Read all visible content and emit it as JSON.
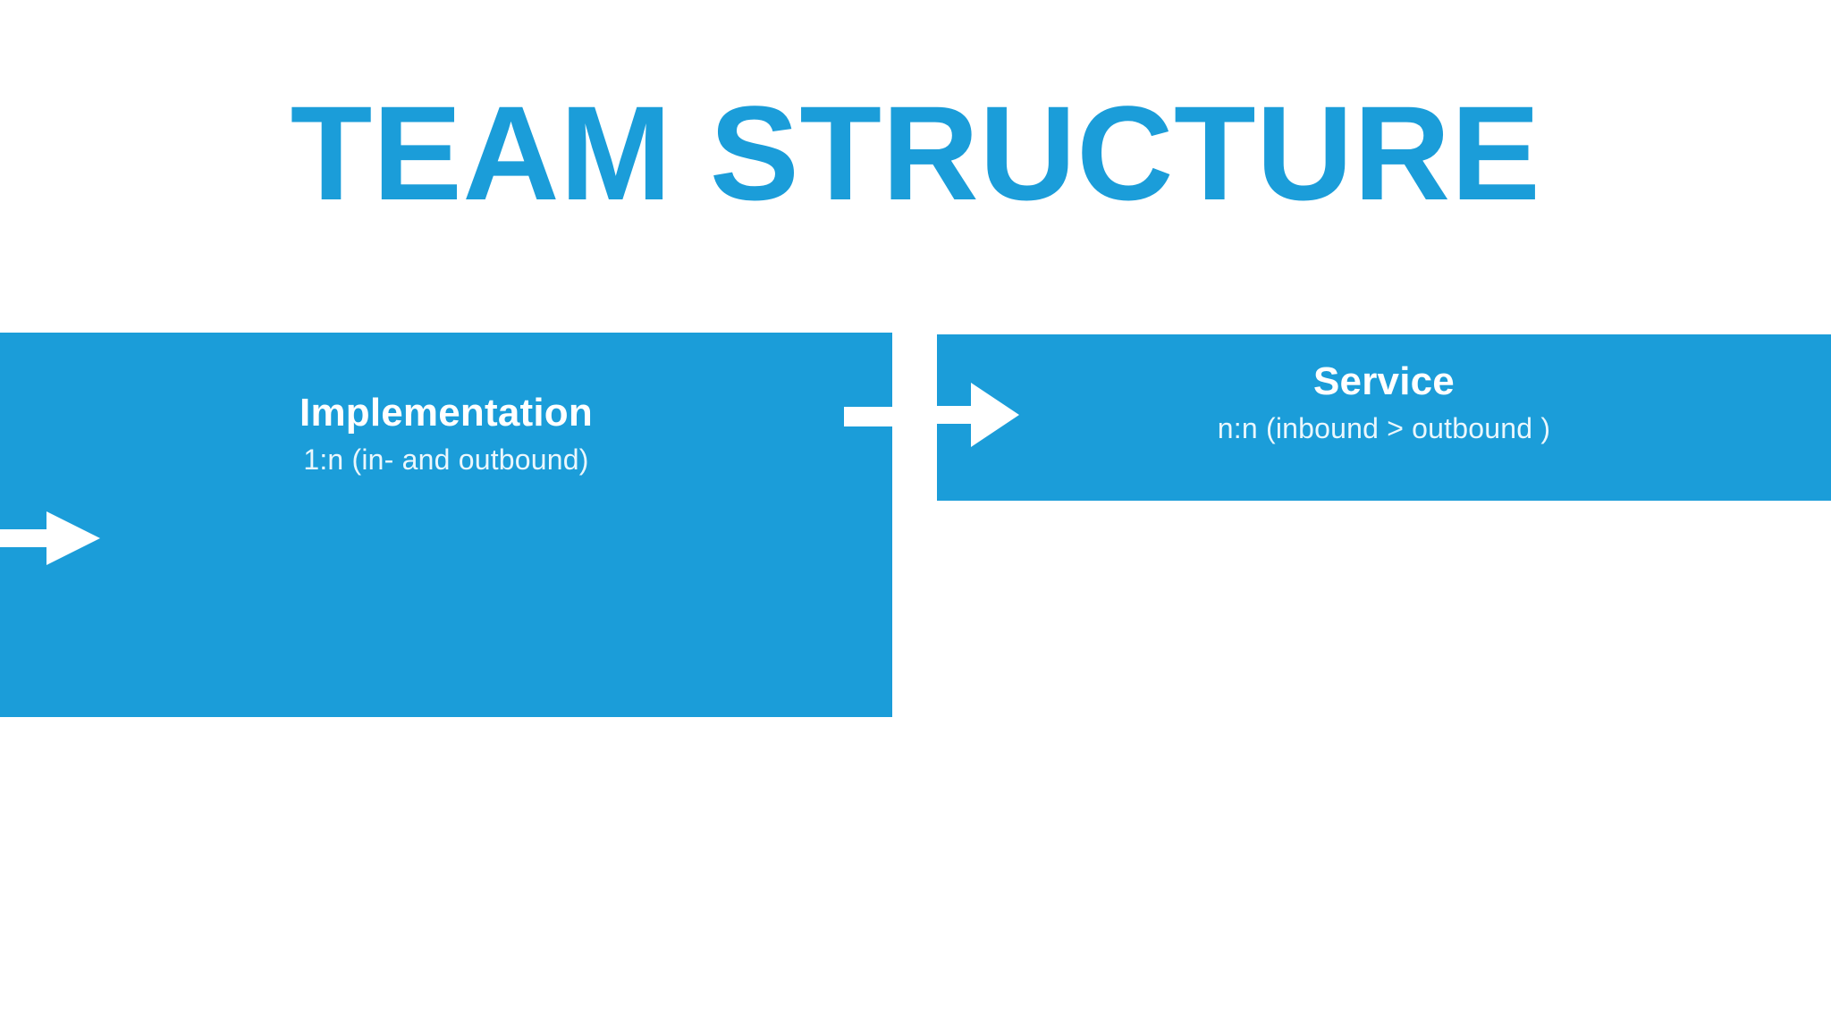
{
  "slide": {
    "background_color": "#ffffff",
    "accent_color": "#1b9dd9",
    "text_on_accent_color": "#ffffff",
    "subtitle_on_accent_color": "#eaf7fd"
  },
  "title": {
    "text": "TEAM STRUCTURE"
  },
  "diagram": {
    "nodes": [
      {
        "id": "implementation",
        "title": "Implementation",
        "subtitle": "1:n (in- and outbound)"
      },
      {
        "id": "service",
        "title": "Service",
        "subtitle": "n:n (inbound > outbound )"
      }
    ],
    "arrows": [
      {
        "id": "inbound-to-implementation",
        "icon": "arrow-right-icon",
        "direction": "right"
      },
      {
        "id": "implementation-to-service",
        "icon": "arrow-right-icon",
        "direction": "right"
      }
    ],
    "connector": {
      "id": "implementation-service-connector",
      "style": "horizontal-stub"
    }
  }
}
